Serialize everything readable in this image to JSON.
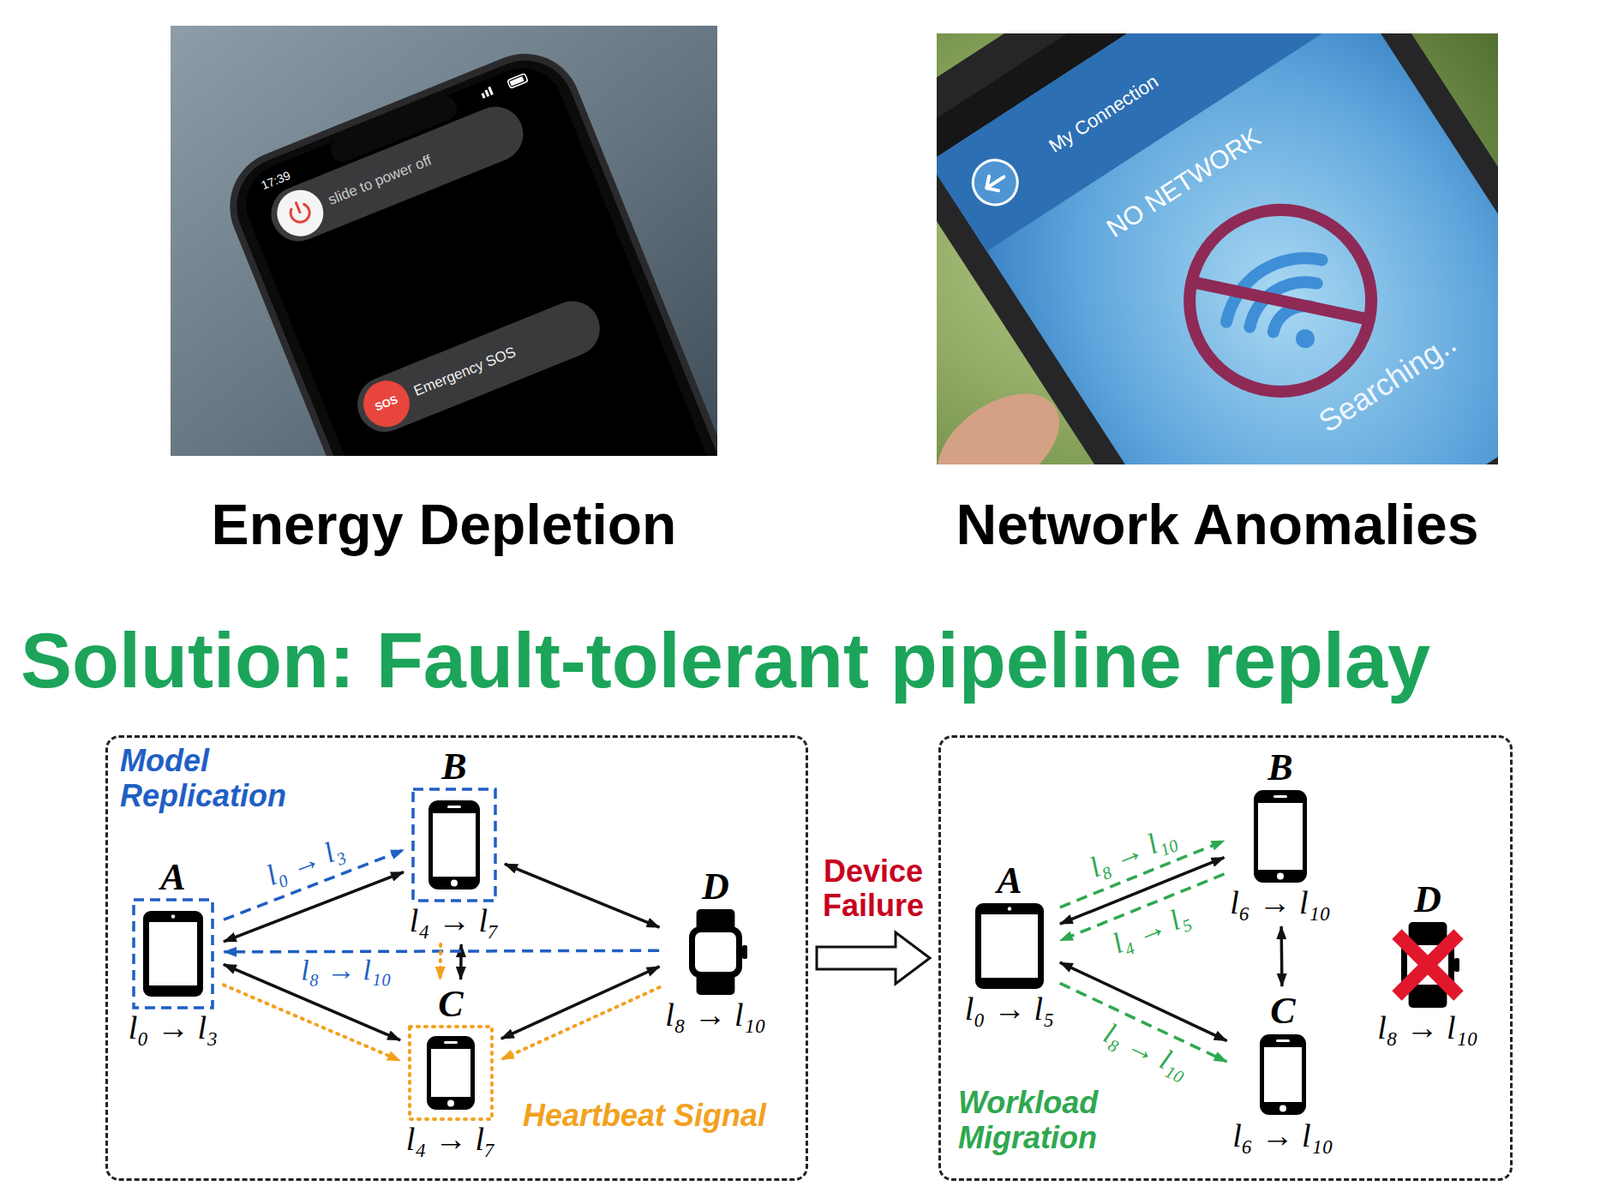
{
  "diagram": {
    "title": "Solution: Fault-tolerant pipeline replay",
    "nodes": [
      {
        "text": [
          "Energy Depletion"
        ]
      },
      {
        "text": [
          "Network Anomalies"
        ]
      },
      {
        "text": [
          "Model Replication",
          "Heartbeat Signal"
        ]
      },
      {
        "text": [
          "A",
          "l₀ → l₃"
        ],
        "in": 2
      },
      {
        "text": [
          "B",
          "l₄ → l₇"
        ],
        "in": 2
      },
      {
        "text": [
          "C",
          "l₄ → l₇"
        ],
        "in": 2
      },
      {
        "text": [
          "D",
          "l₈ → l₁₀"
        ],
        "in": 2
      },
      {
        "text": [
          "Workload Migration"
        ]
      },
      {
        "text": [
          "A",
          "l₀ → l₅"
        ],
        "in": 7
      },
      {
        "text": [
          "B",
          "l₆ → l₁₀"
        ],
        "in": 7
      },
      {
        "text": [
          "C",
          "l₆ → l₁₀"
        ],
        "in": 7
      },
      {
        "text": [
          "D",
          "l₈ → l₁₀"
        ],
        "in": 7
      }
    ],
    "edges": [
      {
        "from": 2,
        "to": 7,
        "label": "Device Failure",
        "arrow": "to"
      },
      {
        "from": 3,
        "to": 4,
        "arrow": "both"
      },
      {
        "from": 4,
        "to": 6,
        "arrow": "both"
      },
      {
        "from": 3,
        "to": 5,
        "arrow": "both"
      },
      {
        "from": 4,
        "to": 5,
        "arrow": "both"
      },
      {
        "from": 5,
        "to": 6,
        "arrow": "both"
      },
      {
        "from": 3,
        "to": 4,
        "label": "l₀ → l₃",
        "arrow": "to"
      },
      {
        "from": 6,
        "to": 3,
        "label": "l₈ → l₁₀",
        "arrow": "to"
      },
      {
        "from": 3,
        "to": 5,
        "arrow": "to"
      },
      {
        "from": 4,
        "to": 5,
        "arrow": "to"
      },
      {
        "from": 6,
        "to": 5,
        "arrow": "to"
      },
      {
        "from": 8,
        "to": 9,
        "arrow": "both"
      },
      {
        "from": 8,
        "to": 10,
        "arrow": "both"
      },
      {
        "from": 9,
        "to": 10,
        "arrow": "both"
      },
      {
        "from": 8,
        "to": 9,
        "label": "l₈ → l₁₀",
        "arrow": "to"
      },
      {
        "from": 9,
        "to": 8,
        "label": "l₄ → l₅",
        "arrow": "to"
      },
      {
        "from": 8,
        "to": 10,
        "label": "l₈ → l₁₀",
        "arrow": "to"
      }
    ],
    "labels": [
      "17:39",
      "slide to power off",
      "SOS",
      "Emergency SOS",
      "My Connection",
      "NO NETWORK",
      "Searching.."
    ]
  }
}
